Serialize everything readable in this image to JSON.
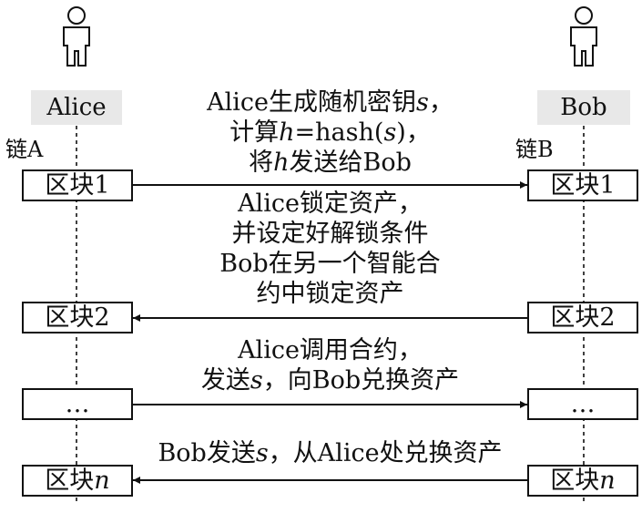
{
  "participants": {
    "left": {
      "name": "Alice",
      "chain": "链A"
    },
    "right": {
      "name": "Bob",
      "chain": "链B"
    }
  },
  "blocks": {
    "b1": {
      "prefix": "区块",
      "suffix": "1"
    },
    "b2": {
      "prefix": "区块",
      "suffix": "2"
    },
    "ellipsis": "…",
    "bn": {
      "prefix": "区块",
      "suffix": "n"
    }
  },
  "messages": {
    "m1": {
      "l1a": "Alice生成随机密钥",
      "l1b": "s",
      "l1c": "，",
      "l2a": "计算",
      "l2b": "h",
      "l2c": "=hash(",
      "l2d": "s",
      "l2e": ")，",
      "l3a": "将",
      "l3b": "h",
      "l3c": "发送给Bob"
    },
    "m2": {
      "l1": "Alice锁定资产，",
      "l2": "并设定好解锁条件",
      "l3": "Bob在另一个智能合",
      "l4": "约中锁定资产"
    },
    "m3": {
      "l1": "Alice调用合约，",
      "l2a": "发送",
      "l2b": "s",
      "l2c": "，向Bob兑换资产"
    },
    "m4": {
      "a": "Bob发送",
      "b": "s",
      "c": "，从Alice处兑换资产"
    }
  }
}
